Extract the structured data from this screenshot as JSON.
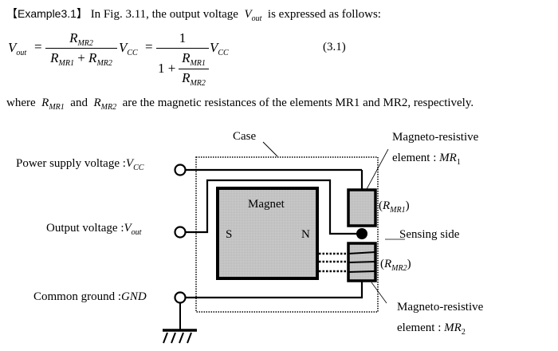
{
  "intro": {
    "tag": "【Example3.1】",
    "text_before": "In Fig. 3.11, the output voltage",
    "var_vout": "V",
    "var_vout_sub": "out",
    "text_after": "is expressed as follows:"
  },
  "equation": {
    "lhs_var": "V",
    "lhs_sub": "out",
    "eq1": "=",
    "frac1_num_var": "R",
    "frac1_num_sub": "MR2",
    "frac1_den_a_var": "R",
    "frac1_den_a_sub": "MR1",
    "plus": "+",
    "frac1_den_b_var": "R",
    "frac1_den_b_sub": "MR2",
    "vcc_var": "V",
    "vcc_sub": "CC",
    "eq2": "=",
    "frac2_num": "1",
    "frac2_den_one": "1 +",
    "frac2_inner_num_var": "R",
    "frac2_inner_num_sub": "MR1",
    "frac2_inner_den_var": "R",
    "frac2_inner_den_sub": "MR2",
    "vcc2_var": "V",
    "vcc2_sub": "CC",
    "number": "(3.1)"
  },
  "where": {
    "w1": "where",
    "r1_var": "R",
    "r1_sub": "MR1",
    "and": "and",
    "r2_var": "R",
    "r2_sub": "MR2",
    "rest": "are the magnetic resistances of the elements MR1 and MR2, respectively."
  },
  "diagram": {
    "case_label": "Case",
    "vcc_label": "Power supply voltage :",
    "vcc_var": "V",
    "vcc_sub": "CC",
    "vout_label": "Output voltage :",
    "vout_var": "V",
    "vout_sub": "out",
    "gnd_label": "Common ground :",
    "gnd_var": "GND",
    "magnet_label": "Magnet",
    "pole_s": "S",
    "pole_n": "N",
    "mr1_title": "Magneto-resistive",
    "mr1_line2": "element :",
    "mr1_var": "MR",
    "mr1_sub": "1",
    "rmr1_open": "(",
    "rmr1_var": "R",
    "rmr1_sub": "MR1",
    "rmr1_close": ")",
    "sensing_label": "Sensing side",
    "rmr2_open": "(",
    "rmr2_var": "R",
    "rmr2_sub": "MR2",
    "rmr2_close": ")",
    "mr2_title": "Magneto-resistive",
    "mr2_line2": "element :",
    "mr2_var": "MR",
    "mr2_sub": "2",
    "colors": {
      "fill_gray": "#c0c0c0",
      "stroke": "#000000",
      "colon_red": "#cc0000"
    }
  }
}
